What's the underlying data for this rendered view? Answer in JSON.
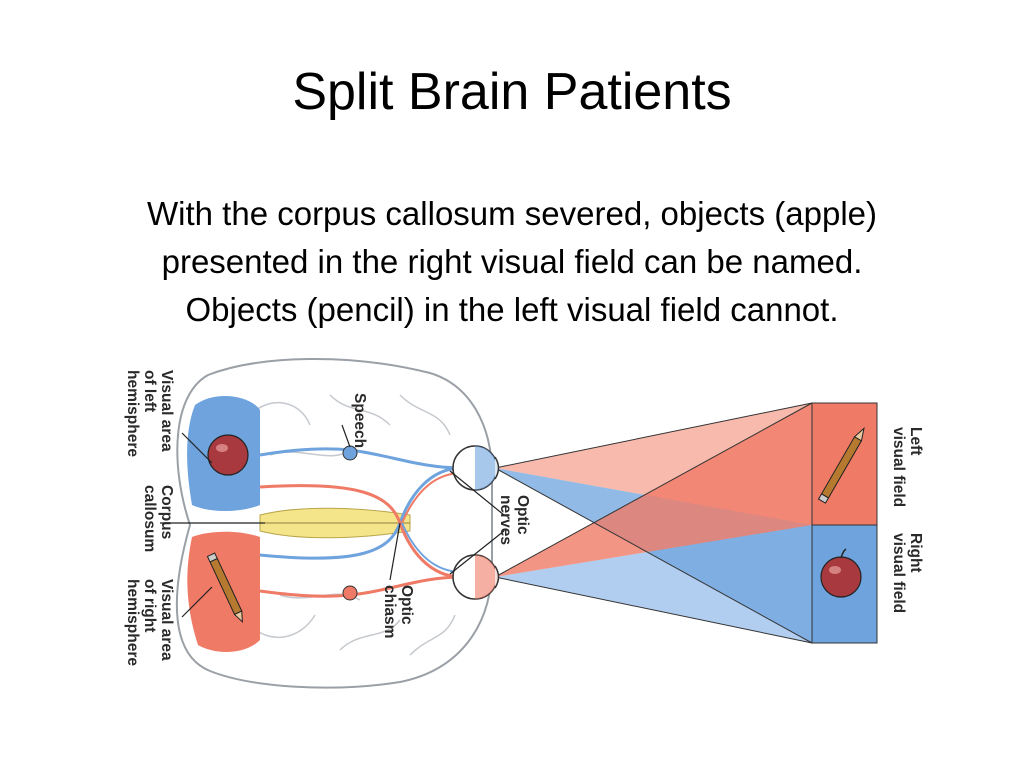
{
  "slide": {
    "title": "Split Brain Patients",
    "body_lines": [
      "With the corpus callosum severed, objects (apple)",
      "presented in the right visual field can be named.",
      "Objects (pencil) in the left visual field cannot."
    ]
  },
  "diagram": {
    "labels": {
      "visual_area_left": [
        "Visual area",
        "of left",
        "hemisphere"
      ],
      "speech": "Speech",
      "corpus_callosum": [
        "Corpus",
        "callosum"
      ],
      "visual_area_right": [
        "Visual area",
        "of right",
        "hemisphere"
      ],
      "optic_nerves": [
        "Optic",
        "nerves"
      ],
      "optic_chiasm": [
        "Optic",
        "chiasm"
      ],
      "left_visual_field": [
        "Left",
        "visual field"
      ],
      "right_visual_field": [
        "Right",
        "visual field"
      ]
    },
    "icons": {
      "brain": "brain-icon",
      "apple": "apple-icon",
      "pencil": "pencil-icon",
      "eye": "eye-icon"
    },
    "colors": {
      "left_field_red": "#ef7a66",
      "right_field_blue": "#6ea3de",
      "red_light": "#f6b3a3",
      "blue_light": "#a8c8ee",
      "callosum_yellow": "#f4e48a"
    }
  }
}
